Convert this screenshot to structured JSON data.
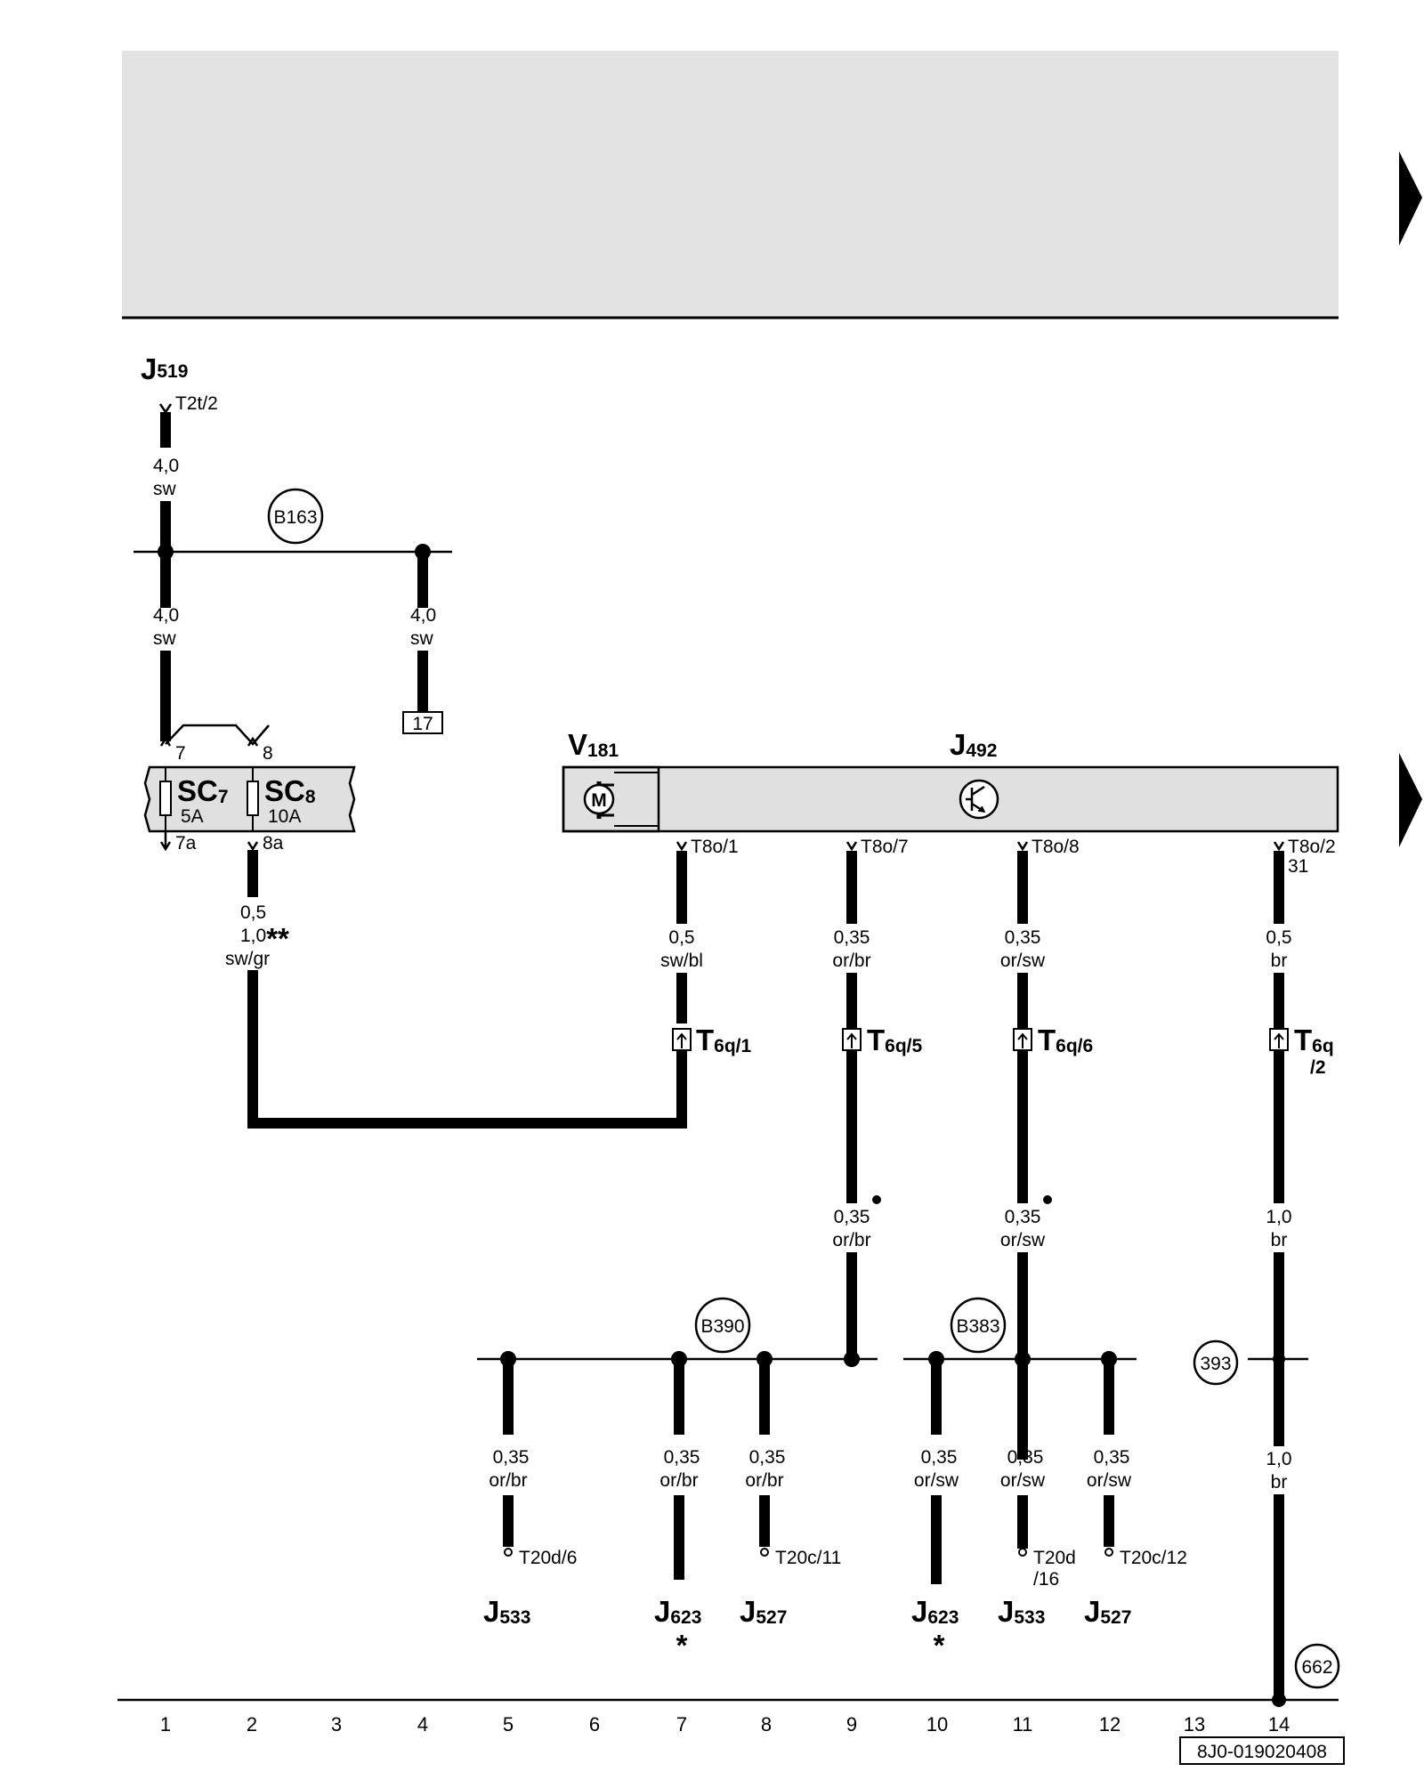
{
  "components": {
    "j519": {
      "letter": "J",
      "sub": "519"
    },
    "v181": {
      "letter": "V",
      "sub": "181"
    },
    "j492": {
      "letter": "J",
      "sub": "492"
    },
    "sc7": {
      "letter": "SC",
      "sub": "7",
      "rating": "5A",
      "pin_in": "7",
      "pin_out": "7a"
    },
    "sc8": {
      "letter": "SC",
      "sub": "8",
      "rating": "10A",
      "pin_in": "8",
      "pin_out": "8a"
    },
    "motor_symbol": "M",
    "j533a": {
      "letter": "J",
      "sub": "533"
    },
    "j623a": {
      "letter": "J",
      "sub": "623",
      "note": "*"
    },
    "j527a": {
      "letter": "J",
      "sub": "527"
    },
    "j623b": {
      "letter": "J",
      "sub": "623",
      "note": "*"
    },
    "j533b": {
      "letter": "J",
      "sub": "533"
    },
    "j527b": {
      "letter": "J",
      "sub": "527"
    }
  },
  "connectors": {
    "t2t_2": "T2t/2",
    "t8o_1": "T8o/1",
    "t8o_7": "T8o/7",
    "t8o_8": "T8o/8",
    "t8o_2": "T8o/2",
    "t8o_2_pin": "31",
    "t6q_1": {
      "letter": "T",
      "sub": "6q/1"
    },
    "t6q_5": {
      "letter": "T",
      "sub": "6q/5"
    },
    "t6q_6": {
      "letter": "T",
      "sub": "6q/6"
    },
    "t6q_2": {
      "letter": "T",
      "sub": "6q",
      "sub2": "/2"
    },
    "t20d_6": "T20d/6",
    "t20c_11": "T20c/11",
    "t20d_16": "T20d",
    "t20d_16_b": "/16",
    "t20c_12": "T20c/12"
  },
  "splices": {
    "b163": "B163",
    "b390": "B390",
    "b383": "B383",
    "g393": "393",
    "g662": "662"
  },
  "ref_box_17": "17",
  "wires": {
    "w1_top": {
      "size": "4,0",
      "color": "sw"
    },
    "w1_mid": {
      "size": "4,0",
      "color": "sw"
    },
    "w4": {
      "size": "4,0",
      "color": "sw"
    },
    "w2": {
      "size": "0,5",
      "size2": "1,0",
      "note": "**",
      "color": "sw/gr"
    },
    "w7": {
      "size": "0,5",
      "color": "sw/bl"
    },
    "w9a": {
      "size": "0,35",
      "color": "or/br"
    },
    "w9b": {
      "size": "0,35",
      "color": "or/br"
    },
    "w11a": {
      "size": "0,35",
      "color": "or/sw"
    },
    "w11b": {
      "size": "0,35",
      "color": "or/sw"
    },
    "w14a": {
      "size": "0,5",
      "color": "br"
    },
    "w14b": {
      "size": "1,0",
      "color": "br"
    },
    "w14c": {
      "size": "1,0",
      "color": "br"
    },
    "w5": {
      "size": "0,35",
      "color": "or/br"
    },
    "w7b": {
      "size": "0,35",
      "color": "or/br"
    },
    "w8": {
      "size": "0,35",
      "color": "or/br"
    },
    "w10": {
      "size": "0,35",
      "color": "or/sw"
    },
    "w11c": {
      "size": "0,35",
      "color": "or/sw"
    },
    "w12": {
      "size": "0,35",
      "color": "or/sw"
    }
  },
  "columns": [
    "1",
    "2",
    "3",
    "4",
    "5",
    "6",
    "7",
    "8",
    "9",
    "10",
    "11",
    "12",
    "13",
    "14"
  ],
  "drawing_number": "8J0-019020408",
  "colors": {
    "ink": "#000000",
    "band": "#e3e3e3",
    "component_fill": "#e0e0e0"
  }
}
